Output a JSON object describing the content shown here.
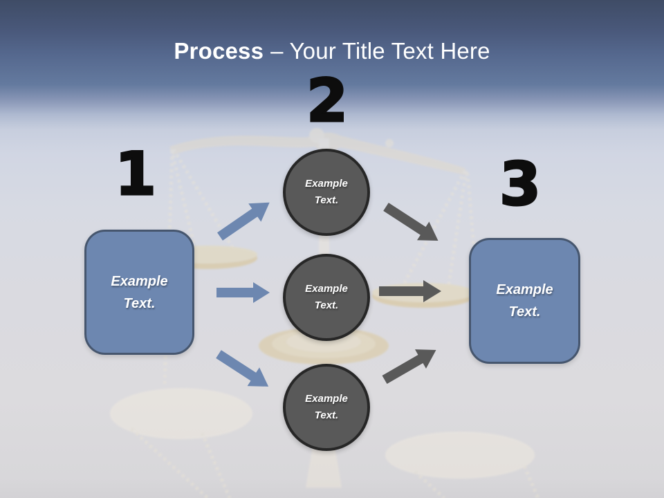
{
  "title": {
    "emphasis": "Process",
    "rest": "– Your Title Text Here"
  },
  "steps": [
    {
      "number": "1",
      "shape": "rounded-box",
      "label": [
        "Example",
        "Text."
      ]
    },
    {
      "number": "2",
      "shape": "circle-column"
    },
    {
      "number": "3",
      "shape": "rounded-box",
      "label": [
        "Example",
        "Text."
      ]
    }
  ],
  "circles": [
    {
      "label": [
        "Example",
        "Text."
      ]
    },
    {
      "label": [
        "Example",
        "Text."
      ]
    },
    {
      "label": [
        "Example",
        "Text."
      ]
    }
  ],
  "background": {
    "image": "scales-of-justice-faded"
  },
  "colors": {
    "accent_blue": "#6D87B0",
    "accent_blue_border": "#46566E",
    "circle_fill": "#595959",
    "circle_border": "#272727",
    "gray_arrow": "#595959",
    "number_text": "#0D0D0D",
    "title_text": "#FFFFFF",
    "header_gradient_top": "#3F4C66",
    "header_gradient_mid": "#647A9F",
    "body_background": "#DADAE0"
  }
}
